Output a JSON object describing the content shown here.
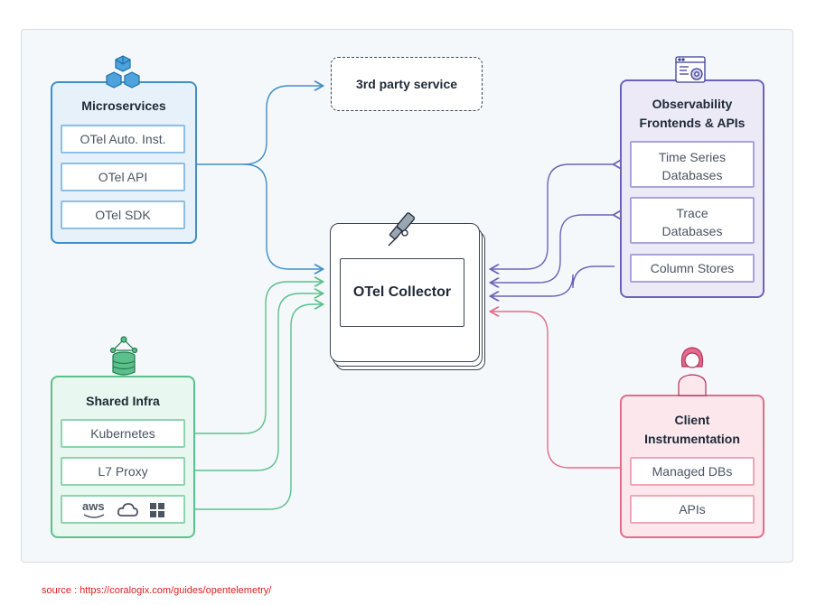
{
  "microservices": {
    "title": "Microservices",
    "items": [
      "OTel Auto. Inst.",
      "OTel API",
      "OTel SDK"
    ],
    "color": "#3f8fc6"
  },
  "third_party": {
    "label": "3rd party service"
  },
  "collector": {
    "label": "OTel Collector"
  },
  "observability": {
    "title_line1": "Observability",
    "title_line2": "Frontends & APIs",
    "items": [
      {
        "line1": "Time Series",
        "line2": "Databases"
      },
      {
        "line1": "Trace",
        "line2": "Databases"
      },
      {
        "line1": "Column Stores"
      }
    ],
    "color": "#6c63b8"
  },
  "shared_infra": {
    "title": "Shared Infra",
    "items": [
      "Kubernetes",
      "L7 Proxy"
    ],
    "cloud_icons": [
      "aws-icon",
      "cloud-icon",
      "windows-icon"
    ],
    "aws_text": "aws",
    "color": "#5cc08c"
  },
  "client": {
    "title_line1": "Client",
    "title_line2": "Instrumentation",
    "items": [
      "Managed DBs",
      "APIs"
    ],
    "color": "#e46c8a"
  },
  "source": {
    "text": "source : https://coralogix.com/guides/opentelemetry/"
  }
}
